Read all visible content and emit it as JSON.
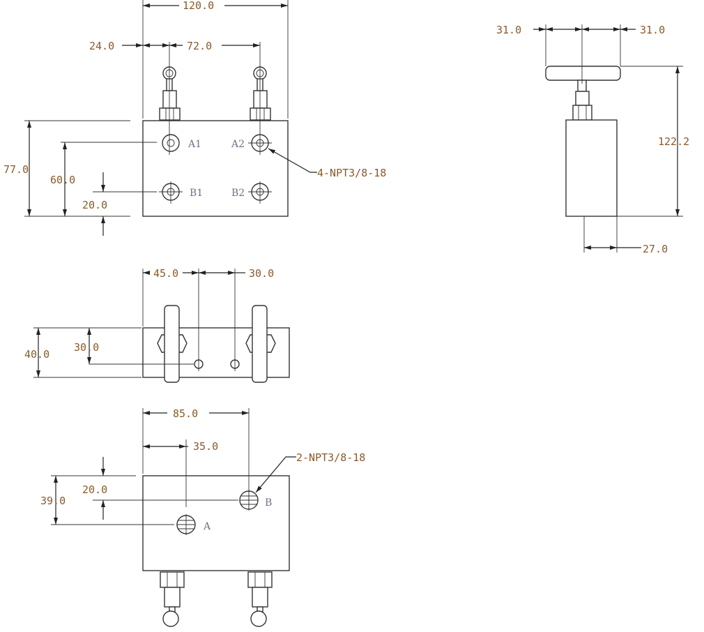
{
  "front_view": {
    "dims": {
      "width": "120.0",
      "left_offset": "24.0",
      "spacing": "72.0",
      "height": "77.0",
      "upper_row": "60.0",
      "lower_row": "20.0"
    },
    "ports": [
      "A1",
      "A2",
      "B1",
      "B2"
    ],
    "callout": "4-NPT3/8-18"
  },
  "side_view": {
    "dims": {
      "handle_left": "31.0",
      "handle_right": "31.0",
      "height": "122.2",
      "depth": "27.0"
    }
  },
  "top_view": {
    "dims": {
      "first_hole": "45.0",
      "hole_spacing": "30.0",
      "height": "40.0",
      "hole_height": "30.0"
    }
  },
  "bottom_view": {
    "dims": {
      "port_b_x": "85.0",
      "port_a_x": "35.0",
      "port_a_y": "39.0",
      "port_b_y": "20.0"
    },
    "ports": [
      "A",
      "B"
    ],
    "callout": "2-NPT3/8-18"
  },
  "colors": {
    "dimension_text": "#8a5a2a",
    "lines": "#222222"
  }
}
